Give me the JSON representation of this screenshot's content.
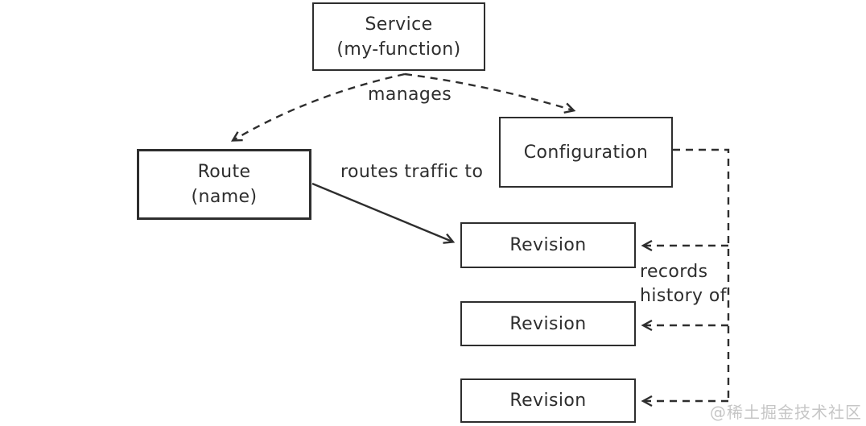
{
  "diagram": {
    "nodes": {
      "service": {
        "title": "Service",
        "subtitle": "(my-function)"
      },
      "route": {
        "title": "Route",
        "subtitle": "(name)"
      },
      "configuration": {
        "title": "Configuration"
      },
      "revisions": [
        {
          "title": "Revision"
        },
        {
          "title": "Revision"
        },
        {
          "title": "Revision"
        }
      ]
    },
    "edges": {
      "manages": {
        "label": "manages",
        "style": "dashed",
        "from": "service",
        "to": [
          "route",
          "configuration"
        ]
      },
      "routes_traffic": {
        "label": "routes traffic to",
        "style": "solid",
        "from": "route",
        "to": "revision-1"
      },
      "records_history": {
        "label_line1": "records",
        "label_line2": "history of",
        "style": "dashed",
        "from": "configuration",
        "to": [
          "revision-1",
          "revision-2",
          "revision-3"
        ]
      }
    },
    "colors": {
      "stroke": "#2e2e2e",
      "text": "#2e2e2e",
      "background": "#ffffff",
      "watermark": "#c6c6c6"
    }
  },
  "watermark": {
    "text": "@稀土掘金技术社区"
  }
}
